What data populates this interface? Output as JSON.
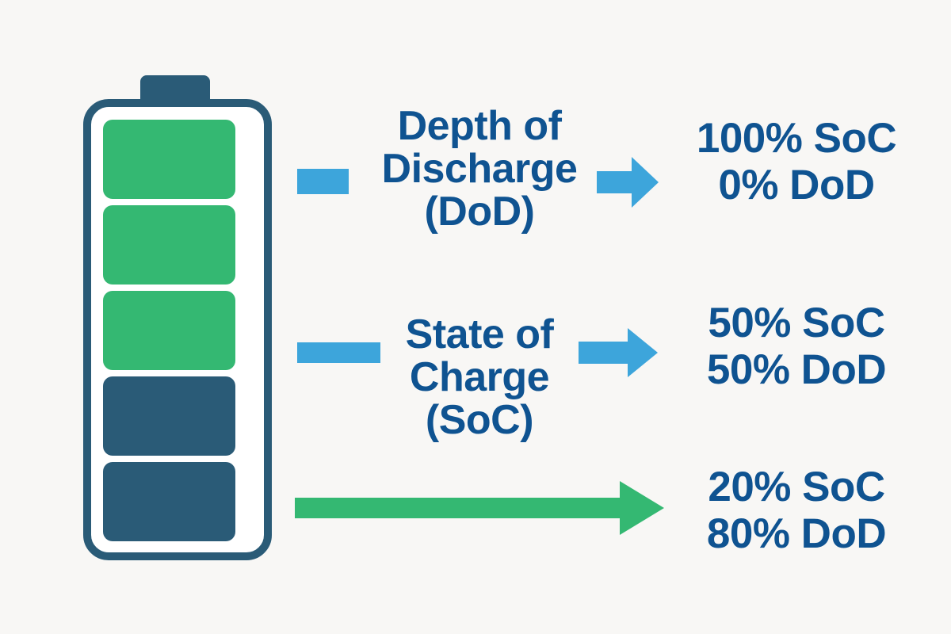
{
  "background_color": "#f8f7f5",
  "colors": {
    "navy_text": "#0f5391",
    "battery_outline": "#2a5b77",
    "segment_green": "#34b872",
    "segment_dark": "#2a5b77",
    "connector_blue": "#3da5db",
    "arrow_green": "#34b872"
  },
  "battery": {
    "segments": [
      {
        "index": 1,
        "state": "charged",
        "color": "#34b872"
      },
      {
        "index": 2,
        "state": "charged",
        "color": "#34b872"
      },
      {
        "index": 3,
        "state": "charged",
        "color": "#34b872"
      },
      {
        "index": 4,
        "state": "discharged",
        "color": "#2a5b77"
      },
      {
        "index": 5,
        "state": "discharged",
        "color": "#2a5b77"
      }
    ]
  },
  "labels": {
    "dod": {
      "line1": "Depth of",
      "line2": "Discharge",
      "line3": "(DoD)"
    },
    "soc": {
      "line1": "State of",
      "line2": "Charge",
      "line3": "(SoC)"
    }
  },
  "values": [
    {
      "soc": "100% SoC",
      "dod": "0% DoD"
    },
    {
      "soc": "50% SoC",
      "dod": "50% DoD"
    },
    {
      "soc": "20% SoC",
      "dod": "80% DoD"
    }
  ]
}
